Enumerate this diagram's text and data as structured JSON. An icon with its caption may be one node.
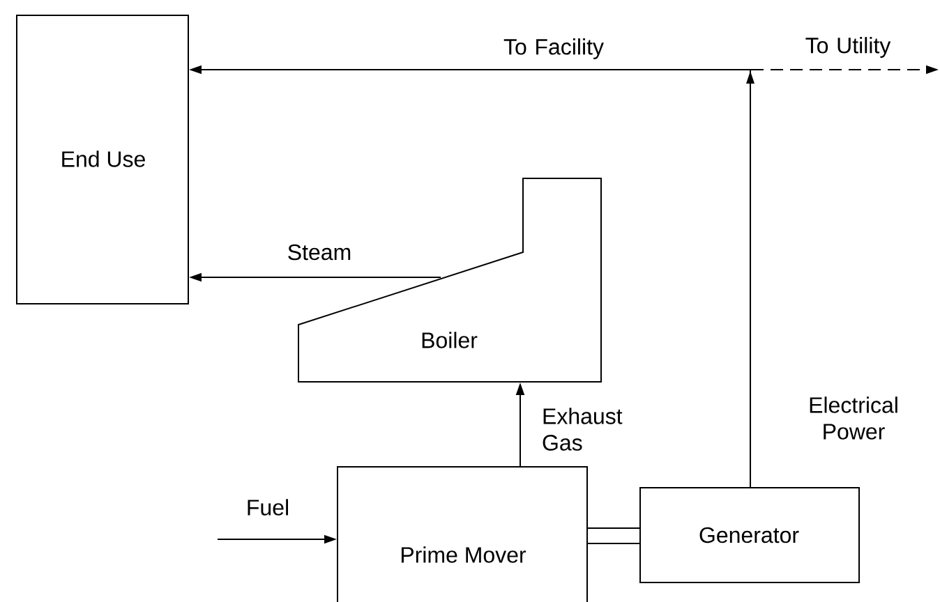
{
  "diagram": {
    "nodes": [
      {
        "text": [
          "End Use"
        ]
      },
      {
        "text": [
          "Boiler"
        ]
      },
      {
        "text": [
          "Prime Mover"
        ]
      },
      {
        "text": [
          "Generator"
        ]
      }
    ],
    "edges": [
      {
        "from": 3,
        "to": 0,
        "arrow": "to",
        "label": "To Facility"
      },
      {
        "from": 3,
        "to": null,
        "arrow": "to",
        "label": "To Utility",
        "style": "dashed"
      },
      {
        "from": 1,
        "to": 0,
        "arrow": "to",
        "label": "Steam"
      },
      {
        "from": 2,
        "to": 1,
        "arrow": "to",
        "label": "Exhaust Gas"
      },
      {
        "from": null,
        "to": 2,
        "arrow": "to",
        "label": "Fuel"
      },
      {
        "from": 2,
        "to": 3,
        "arrow": "none",
        "style": "thick"
      }
    ],
    "labels": [
      "Electrical Power"
    ]
  }
}
